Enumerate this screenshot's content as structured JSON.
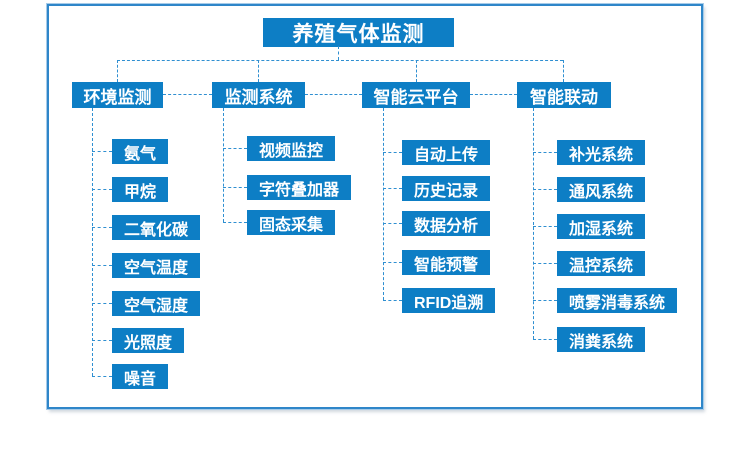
{
  "title": "养殖气体监测",
  "branches": [
    {
      "label": "环境监测",
      "children": [
        "氨气",
        "甲烷",
        "二氧化碳",
        "空气温度",
        "空气湿度",
        "光照度",
        "噪音"
      ]
    },
    {
      "label": "监测系统",
      "children": [
        "视频监控",
        "字符叠加器",
        "固态采集"
      ]
    },
    {
      "label": "智能云平台",
      "children": [
        "自动上传",
        "历史记录",
        "数据分析",
        "智能预警",
        "RFID追溯"
      ]
    },
    {
      "label": "智能联动",
      "children": [
        "补光系统",
        "通风系统",
        "加湿系统",
        "温控系统",
        "喷雾消毒系统",
        "消粪系统"
      ]
    }
  ],
  "colors": {
    "node_blue": "#0d7ec5",
    "dash_blue": "#2f8fd1",
    "frame_blue": "#2f86c9",
    "frame_outline": "#a6cbe9",
    "node_text": "#ffffff",
    "background": "#ffffff"
  }
}
